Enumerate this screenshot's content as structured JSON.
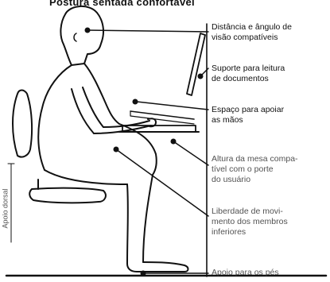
{
  "title": "Postura sentada confortável",
  "labels": {
    "vision": [
      "Distância e ângulo de",
      "visão compatíveis"
    ],
    "document": [
      "Suporte para leitura",
      "de documentos"
    ],
    "hands": [
      "Espaço para apoiar",
      "as mãos"
    ],
    "desk": [
      "Altura da mesa compa-",
      "tível com o porte",
      "do usuário"
    ],
    "movement": [
      "Liberdade de movi-",
      "mento dos membros",
      "inferiores"
    ],
    "feet": [
      "Apoio para os pés"
    ],
    "back": "Apoio dorsal"
  }
}
